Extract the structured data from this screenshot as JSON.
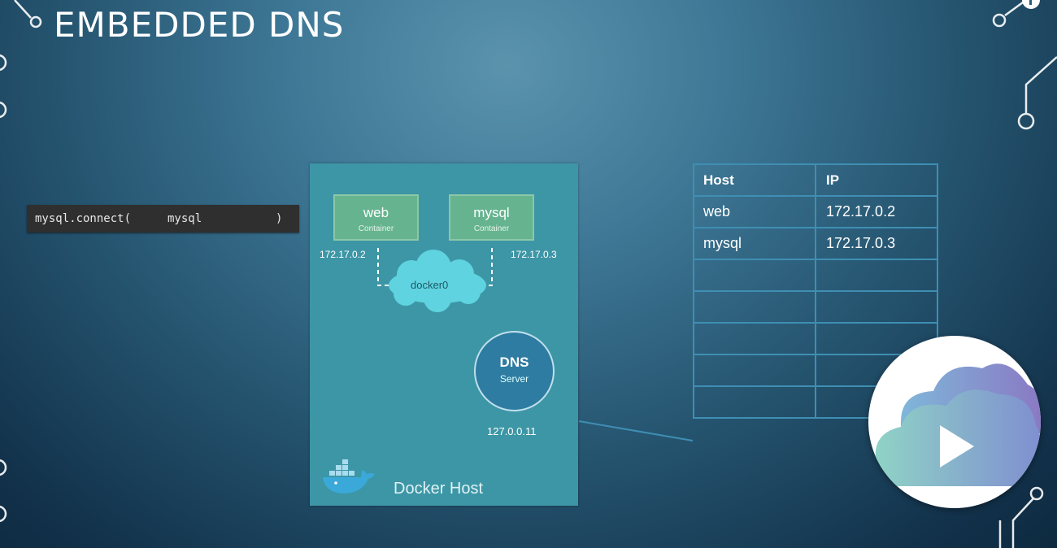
{
  "slide": {
    "title": "EMBEDDED DNS"
  },
  "code": {
    "call": "mysql.connect(",
    "arg": "mysql",
    "close": ")"
  },
  "docker_host": {
    "label": "Docker Host",
    "web": {
      "name": "web",
      "sub": "Container",
      "ip": "172.17.0.2"
    },
    "mysql": {
      "name": "mysql",
      "sub": "Container",
      "ip": "172.17.0.3"
    },
    "bridge": "docker0",
    "dns": {
      "line1": "DNS",
      "line2": "Server",
      "ip": "127.0.0.11"
    }
  },
  "dns_table": {
    "headers": [
      "Host",
      "IP"
    ],
    "rows": [
      [
        "web",
        "172.17.0.2"
      ],
      [
        "mysql",
        "172.17.0.3"
      ],
      [
        "",
        ""
      ],
      [
        "",
        ""
      ],
      [
        "",
        ""
      ],
      [
        "",
        ""
      ],
      [
        "",
        ""
      ]
    ]
  },
  "icons": {
    "logo": "cloud-play-logo-icon",
    "docker": "docker-whale-icon",
    "circuit": "circuit-decoration-icon",
    "info": "info-icon"
  },
  "colors": {
    "host_box": "#3d96a6",
    "container": "#66b48f",
    "table_border": "#3f8eb3"
  }
}
